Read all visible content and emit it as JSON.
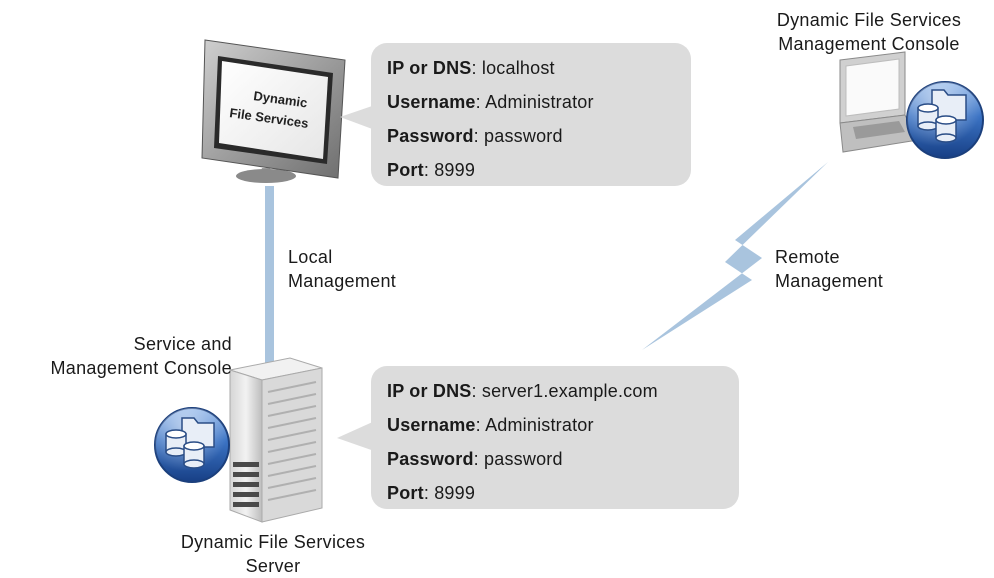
{
  "local_box": {
    "rows": [
      {
        "key": "IP or DNS",
        "value": ": localhost"
      },
      {
        "key": "Username",
        "value": ": Administrator"
      },
      {
        "key": "Password",
        "value": ": password"
      },
      {
        "key": "Port",
        "value": ": 8999"
      }
    ]
  },
  "server_box": {
    "rows": [
      {
        "key": "IP or DNS",
        "value": ": server1.example.com"
      },
      {
        "key": "Username",
        "value": ": Administrator"
      },
      {
        "key": "Password",
        "value": ": password"
      },
      {
        "key": "Port",
        "value": ": 8999"
      }
    ]
  },
  "monitor_screen": {
    "line1": "Dynamic",
    "line2": "File Services"
  },
  "labels": {
    "remote_console_line1": "Dynamic File Services",
    "remote_console_line2": "Management Console",
    "local_mgmt_line1": "Local",
    "local_mgmt_line2": "Management",
    "remote_mgmt_line1": "Remote",
    "remote_mgmt_line2": "Management",
    "service_console_line1": "Service and",
    "service_console_line2": "Management Console",
    "server_line1": "Dynamic File Services",
    "server_line2": "Server"
  },
  "colors": {
    "box_fill": "#dcdcdc",
    "link_line": "#a9c4de",
    "badge_blue": "#2b63b3"
  }
}
